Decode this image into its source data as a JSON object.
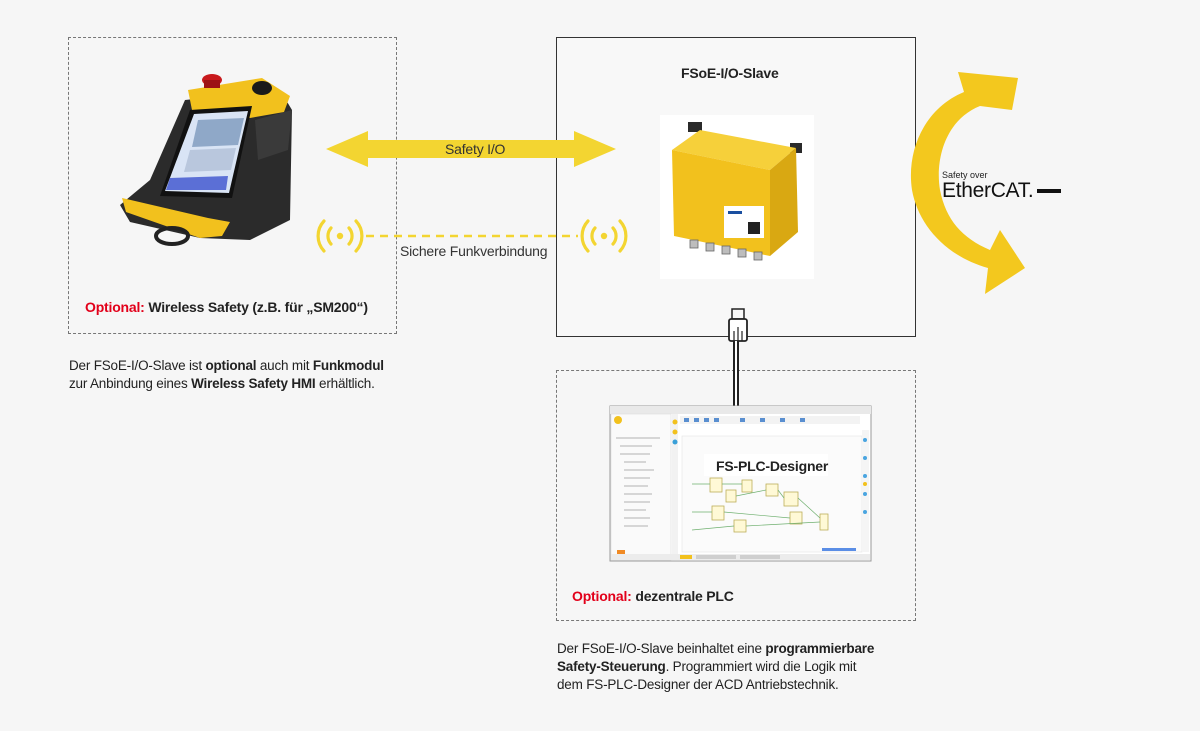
{
  "colors": {
    "background": "#f6f6f6",
    "accent_yellow": "#f3c81e",
    "optional_red": "#e2001a",
    "box_border": "#333333",
    "dash_border": "#777777"
  },
  "slave_box": {
    "title": "FSoE-I/O-Slave"
  },
  "wireless_box": {
    "optional_label": "Optional:",
    "description": "Wireless Safety (z.B. für „SM200“)"
  },
  "safety_io_arrow": {
    "label": "Safety I/O"
  },
  "radio_link": {
    "label": "Sichere Funkverbindung"
  },
  "ethercat_logo": {
    "small_text": "Safety over",
    "brand": "EtherCAT."
  },
  "plc_box": {
    "designer_label": "FS-PLC-Designer",
    "optional_label": "Optional:",
    "description": "dezentrale PLC"
  },
  "left_caption": {
    "line1_a": "Der FSoE-I/O-Slave ist ",
    "line1_b": "optional",
    "line1_c": " auch mit ",
    "line1_d": "Funkmodul",
    "line2_a": "zur Anbindung eines ",
    "line2_b": "Wireless Safety HMI",
    "line2_c": " erhältlich."
  },
  "bottom_caption": {
    "line1_a": "Der FSoE-I/O-Slave beinhaltet eine ",
    "line1_b": "programmierbare",
    "line2_a": "Safety-Steuerung",
    "line2_b": ". Programmiert wird die Logik mit",
    "line3": "dem FS-PLC-Designer der ACD Antriebstechnik."
  },
  "icons": {
    "handheld": "wireless-hmi-device-image",
    "slave_device": "fsoe-io-slave-device-image",
    "usb": "usb-cable-icon",
    "radio_left": "wireless-signal-icon",
    "radio_right": "wireless-signal-icon",
    "ethercat_arrow": "curved-arrow-icon",
    "screenshot": "fs-plc-designer-screenshot"
  }
}
